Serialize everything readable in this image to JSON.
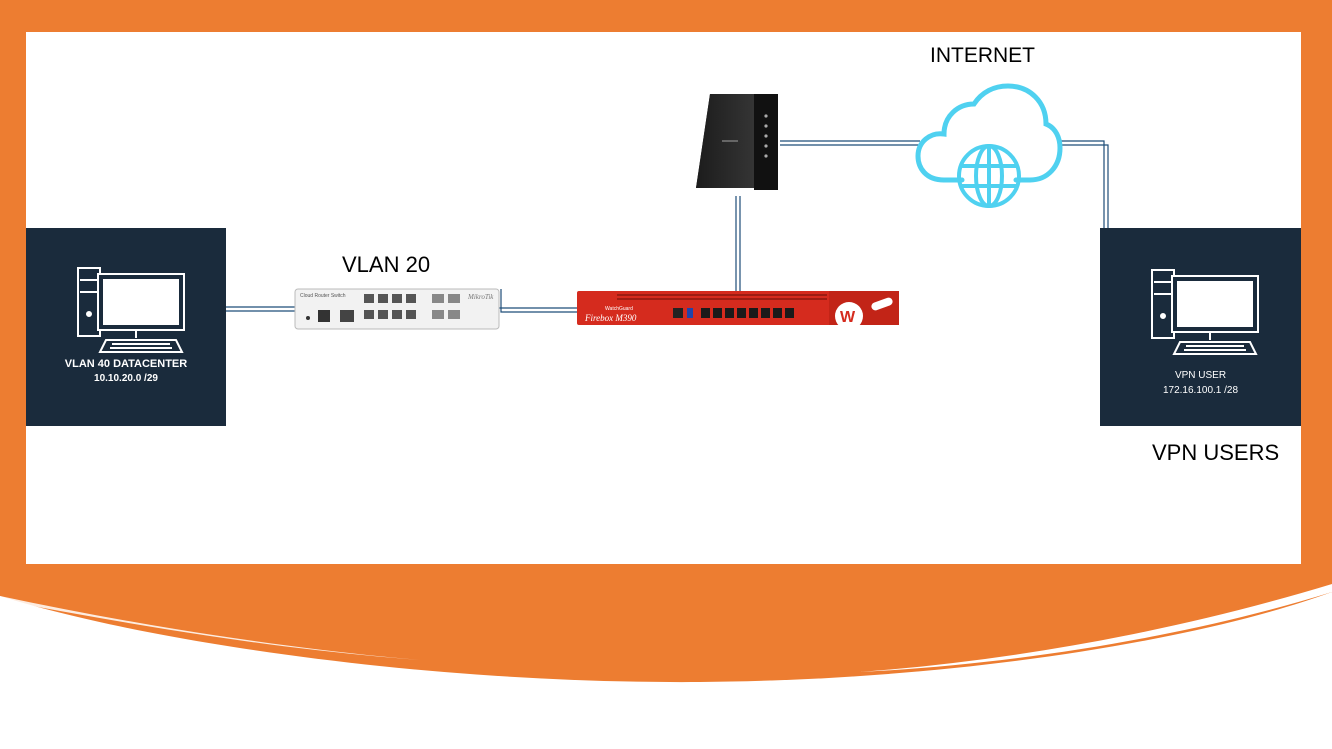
{
  "labels": {
    "internet": "INTERNET",
    "vlan20": "VLAN 20",
    "vpn_users": "VPN USERS"
  },
  "left_panel": {
    "title": "VLAN 40 DATACENTER",
    "subnet": "10.10.20.0 /29"
  },
  "right_panel": {
    "title": "VPN USER",
    "subnet": "172.16.100.1 /28"
  },
  "switch": {
    "model_text": "Cloud Router Switch",
    "brand": "MikroTik"
  },
  "firewall": {
    "brand": "WatchGuard",
    "model": "Firebox M390"
  },
  "colors": {
    "frame_orange": "#ed7d31",
    "panel_navy": "#1a2b3c",
    "cloud_blue": "#4fd1f0",
    "firewall_red": "#d52b1e",
    "link_blue": "#1f4e79"
  },
  "icons": {
    "pc": "desktop-computer-icon",
    "cloud": "cloud-globe-icon"
  }
}
